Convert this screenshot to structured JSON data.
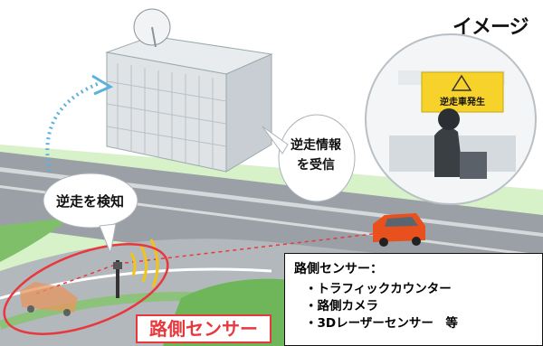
{
  "image_label": "イメージ",
  "building": {
    "icon": "building-with-satellite-dish-icon"
  },
  "bubbles": {
    "receive": "逆走情報\nを受信",
    "detect": "逆走を検知"
  },
  "monitor": {
    "alert_text": "逆走車発生",
    "icon": "warning-triangle-icon"
  },
  "sensor_tag": "路側センサー",
  "legend": {
    "title": "路側センサー：",
    "items": [
      "・トラフィックカウンター",
      "・路側カメラ",
      "・3Dレーザーセンサー　等"
    ]
  },
  "colors": {
    "accent_red": "#e8383d",
    "background": "#d7f2c9",
    "alert_yellow": "#f6d22b"
  }
}
